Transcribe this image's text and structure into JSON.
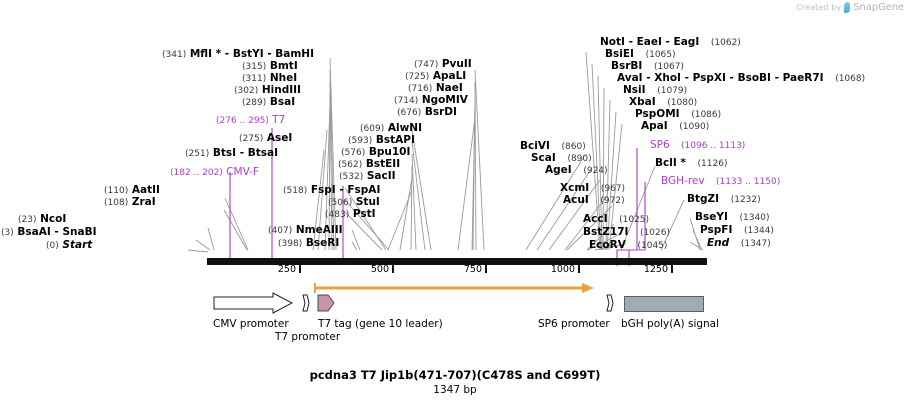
{
  "watermark": {
    "prefix": "Created by",
    "brand": "SnapGene"
  },
  "title": {
    "name": "pcdna3 T7 Jip1b(471-707)(C478S and C699T)",
    "length": "1347 bp"
  },
  "ruler": {
    "start": 0,
    "end": 1347,
    "ticks": [
      {
        "label": "250",
        "value": 250
      },
      {
        "label": "500",
        "value": 500
      },
      {
        "label": "750",
        "value": 750
      },
      {
        "label": "1000",
        "value": 1000
      },
      {
        "label": "1250",
        "value": 1250
      }
    ]
  },
  "colors": {
    "enzyme_text": "#000000",
    "position_text": "#3a3a3a",
    "primer_purple": "#b03ad0",
    "orf_arrow": "#e8a33d",
    "t7tag_fill": "#c894ac",
    "bgh_fill": "#a3a9b5",
    "backbone": "#111111",
    "leader": "#9a9a9a"
  },
  "labels_left": [
    {
      "id": "mfli-bstyi-bamhi",
      "pos": "(341)",
      "name": "MflI * - BstYI  - BamHI",
      "site": 341,
      "type": "enzyme"
    },
    {
      "id": "bmti",
      "pos": "(315)",
      "name": "BmtI",
      "site": 315,
      "type": "enzyme"
    },
    {
      "id": "nhei",
      "pos": "(311)",
      "name": "NheI",
      "site": 311,
      "type": "enzyme"
    },
    {
      "id": "hindiii",
      "pos": "(302)",
      "name": "HindIII",
      "site": 302,
      "type": "enzyme"
    },
    {
      "id": "bsai",
      "pos": "(289)",
      "name": "BsaI",
      "site": 289,
      "type": "enzyme"
    },
    {
      "id": "t7",
      "pos": "(276 .. 295)",
      "name": "T7",
      "site": 285,
      "type": "primer"
    },
    {
      "id": "asei",
      "pos": "(275)",
      "name": "AseI",
      "site": 275,
      "type": "enzyme"
    },
    {
      "id": "btsi-btsai",
      "pos": "(251)",
      "name": "BtsI  - BtsaI",
      "site": 251,
      "type": "enzyme"
    },
    {
      "id": "cmv-f",
      "pos": "(182 .. 202)",
      "name": "CMV-F",
      "site": 192,
      "type": "primer"
    },
    {
      "id": "aatii",
      "pos": "(110)",
      "name": "AatII",
      "site": 110,
      "type": "enzyme"
    },
    {
      "id": "zrai",
      "pos": "(108)",
      "name": "ZraI",
      "site": 108,
      "type": "enzyme"
    },
    {
      "id": "ncoi",
      "pos": "(23)",
      "name": "NcoI",
      "site": 23,
      "type": "enzyme"
    },
    {
      "id": "bsaai-snabi",
      "pos": "(3)",
      "name": "BsaAI  - SnaBI",
      "site": 3,
      "type": "enzyme"
    },
    {
      "id": "start",
      "pos": "(0)",
      "name": "Start",
      "site": 0,
      "type": "marker"
    }
  ],
  "labels_mid": [
    {
      "id": "pvuii",
      "pos": "(747)",
      "name": "PvuII",
      "site": 747,
      "type": "enzyme"
    },
    {
      "id": "apali",
      "pos": "(725)",
      "name": "ApaLI",
      "site": 725,
      "type": "enzyme"
    },
    {
      "id": "naei",
      "pos": "(716)",
      "name": "NaeI",
      "site": 716,
      "type": "enzyme"
    },
    {
      "id": "ngomiv",
      "pos": "(714)",
      "name": "NgoMIV",
      "site": 714,
      "type": "enzyme"
    },
    {
      "id": "bsrdi",
      "pos": "(676)",
      "name": "BsrDI",
      "site": 676,
      "type": "enzyme"
    },
    {
      "id": "alwni",
      "pos": "(609)",
      "name": "AlwNI",
      "site": 609,
      "type": "enzyme"
    },
    {
      "id": "bstapi",
      "pos": "(593)",
      "name": "BstAPI",
      "site": 593,
      "type": "enzyme"
    },
    {
      "id": "bpu10i",
      "pos": "(576)",
      "name": "Bpu10I",
      "site": 576,
      "type": "enzyme"
    },
    {
      "id": "bsteii",
      "pos": "(562)",
      "name": "BstEII",
      "site": 562,
      "type": "enzyme"
    },
    {
      "id": "sacii",
      "pos": "(532)",
      "name": "SacII",
      "site": 532,
      "type": "enzyme"
    },
    {
      "id": "fspi-fspai",
      "pos": "(518)",
      "name": "FspI  - FspAI",
      "site": 518,
      "type": "enzyme"
    },
    {
      "id": "stui",
      "pos": "(506)",
      "name": "StuI",
      "site": 506,
      "type": "enzyme"
    },
    {
      "id": "psti",
      "pos": "(483)",
      "name": "PstI",
      "site": 483,
      "type": "enzyme"
    },
    {
      "id": "nmeaiii",
      "pos": "(407)",
      "name": "NmeAIII",
      "site": 407,
      "type": "enzyme"
    },
    {
      "id": "bseri",
      "pos": "(398)",
      "name": "BseRI",
      "site": 398,
      "type": "enzyme"
    }
  ],
  "labels_center_right": [
    {
      "id": "bcivi",
      "pos": "(860)",
      "name": "BciVI",
      "site": 860,
      "type": "enzyme"
    },
    {
      "id": "scai",
      "pos": "(890)",
      "name": "ScaI",
      "site": 890,
      "type": "enzyme"
    },
    {
      "id": "agei",
      "pos": "(924)",
      "name": "AgeI",
      "site": 924,
      "type": "enzyme"
    },
    {
      "id": "xcmi",
      "pos": "(967)",
      "name": "XcmI",
      "site": 967,
      "type": "enzyme"
    },
    {
      "id": "acui",
      "pos": "(972)",
      "name": "AcuI",
      "site": 972,
      "type": "enzyme"
    },
    {
      "id": "acci",
      "pos": "(1025)",
      "name": "AccI",
      "site": 1025,
      "type": "enzyme"
    },
    {
      "id": "bstz17i",
      "pos": "(1026)",
      "name": "BstZ17I",
      "site": 1026,
      "type": "enzyme"
    },
    {
      "id": "ecorv",
      "pos": "(1045)",
      "name": "EcoRV",
      "site": 1045,
      "type": "enzyme"
    }
  ],
  "labels_right": [
    {
      "id": "noti-eaei-eagi",
      "pos": "(1062)",
      "name": "NotI  - EaeI  - EagI",
      "site": 1062,
      "type": "enzyme"
    },
    {
      "id": "bsiei",
      "pos": "(1065)",
      "name": "BsiEI",
      "site": 1065,
      "type": "enzyme"
    },
    {
      "id": "bsrbi",
      "pos": "(1067)",
      "name": "BsrBI",
      "site": 1067,
      "type": "enzyme"
    },
    {
      "id": "avai-xhoi-pspxi-bsobi-paer7i",
      "pos": "(1068)",
      "name": "AvaI  - XhoI  - PspXI  - BsoBI  - PaeR7I",
      "site": 1068,
      "type": "enzyme"
    },
    {
      "id": "nsii",
      "pos": "(1079)",
      "name": "NsiI",
      "site": 1079,
      "type": "enzyme"
    },
    {
      "id": "xbai",
      "pos": "(1080)",
      "name": "XbaI",
      "site": 1080,
      "type": "enzyme"
    },
    {
      "id": "pspomi",
      "pos": "(1086)",
      "name": "PspOMI",
      "site": 1086,
      "type": "enzyme"
    },
    {
      "id": "apai",
      "pos": "(1090)",
      "name": "ApaI",
      "site": 1090,
      "type": "enzyme"
    },
    {
      "id": "sp6",
      "pos": "(1096 .. 1113)",
      "name": "SP6",
      "site": 1104,
      "type": "primer"
    },
    {
      "id": "bcli",
      "pos": "(1126)",
      "name": "BclI *",
      "site": 1126,
      "type": "enzyme"
    },
    {
      "id": "bgh-rev",
      "pos": "(1133 .. 1150)",
      "name": "BGH-rev",
      "site": 1141,
      "type": "primer"
    },
    {
      "id": "btgzi",
      "pos": "(1232)",
      "name": "BtgZI",
      "site": 1232,
      "type": "enzyme"
    },
    {
      "id": "bseyi",
      "pos": "(1340)",
      "name": "BseYI",
      "site": 1340,
      "type": "enzyme"
    },
    {
      "id": "pspfi",
      "pos": "(1344)",
      "name": "PspFI",
      "site": 1344,
      "type": "enzyme"
    },
    {
      "id": "end",
      "pos": "(1347)",
      "name": "End",
      "site": 1347,
      "type": "marker"
    }
  ],
  "features": [
    {
      "id": "cmv-promoter",
      "label": "CMV promoter",
      "shape": "arrow-right",
      "fill": "none"
    },
    {
      "id": "t7-promoter",
      "label": "T7 promoter",
      "shape": "small-arrow",
      "fill": "none"
    },
    {
      "id": "t7-tag",
      "label": "T7 tag (gene 10 leader)",
      "shape": "arrow-right",
      "fill": "#c894ac"
    },
    {
      "id": "sp6-promoter",
      "label": "SP6 promoter",
      "shape": "small-arrow",
      "fill": "none"
    },
    {
      "id": "bgh-polya",
      "label": "bGH poly(A) signal",
      "shape": "rect",
      "fill": "#a3a9b5"
    }
  ],
  "orf": {
    "id": "orf-arrow",
    "label": ""
  }
}
